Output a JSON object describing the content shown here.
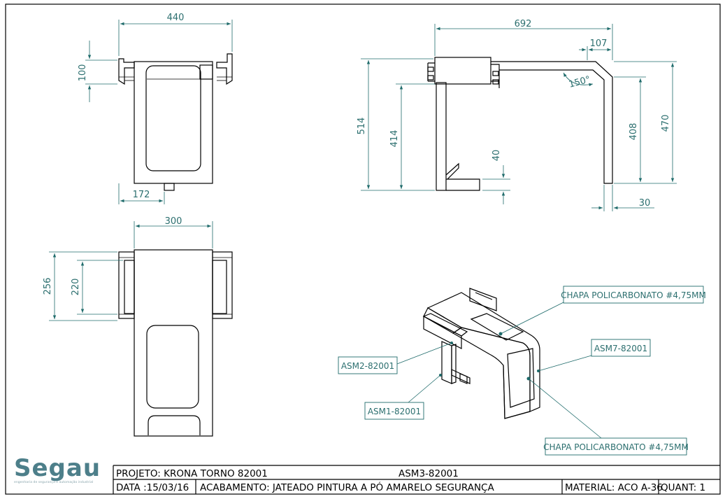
{
  "drawing": {
    "top_view": {
      "width_dim": "440",
      "depth_dim": "100",
      "offset_dim": "172"
    },
    "side_view": {
      "length_dim": "692",
      "offset_dim": "107",
      "angle_dim": "150°",
      "height_514": "514",
      "height_414": "414",
      "foot_dim": "40",
      "height_408": "408",
      "height_470": "470",
      "thickness_dim": "30"
    },
    "bottom_view": {
      "width_dim": "300",
      "depth_256": "256",
      "depth_220": "220"
    },
    "callouts": {
      "polycarb_top": "CHAPA POLICARBONATO #4,75MM",
      "asm7": "ASM7-82001",
      "asm2": "ASM2-82001",
      "asm1": "ASM1-82001",
      "polycarb_bottom": "CHAPA POLICARBONATO #4,75MM"
    }
  },
  "title_block": {
    "logo": "Segau",
    "logo_tagline": "engenharia de segurança e automação industrial",
    "projeto": "PROJETO: KRONA TORNO 82001",
    "assembly": "ASM3-82001",
    "data": "DATA :15/03/16",
    "acabamento": "ACABAMENTO: JATEADO PINTURA A PÓ AMARELO SEGURANÇA",
    "material": "MATERIAL: ACO A-36",
    "quant": "QUANT: 1"
  },
  "colors": {
    "guard_yellow": "#f2ea1c",
    "dimension": "#2c6f6f",
    "window": "#c8d0d0",
    "logo": "#4d7f8a"
  }
}
